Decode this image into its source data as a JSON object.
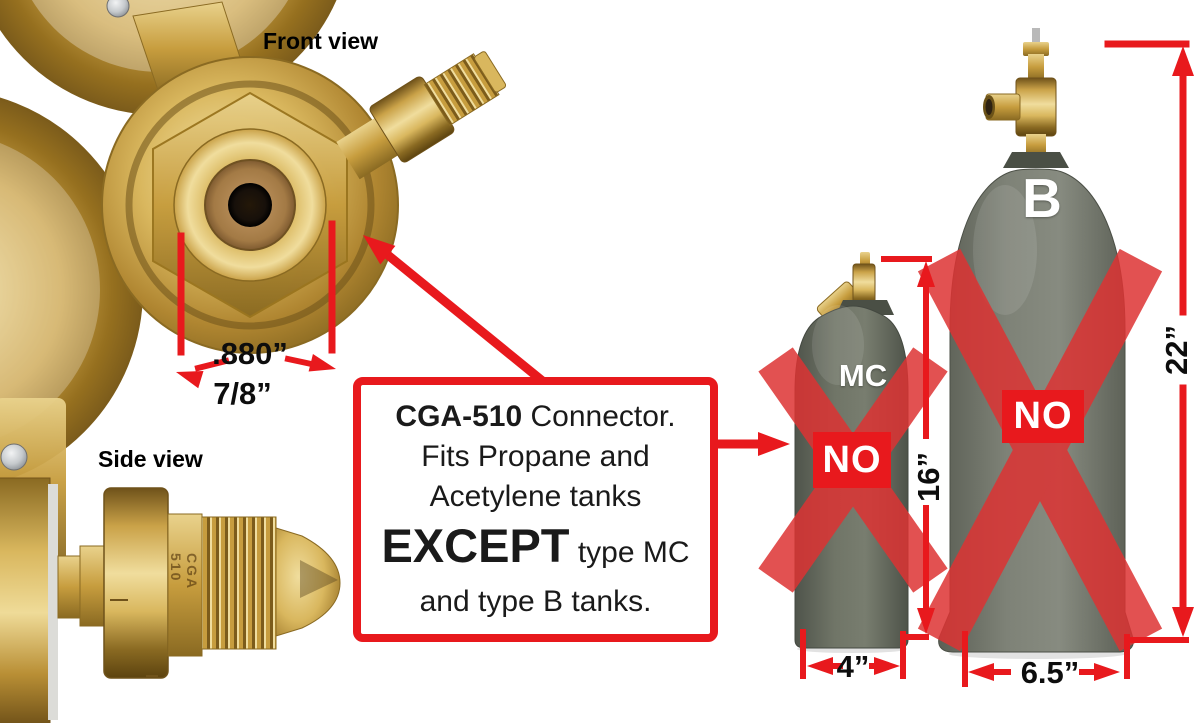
{
  "annotations": {
    "front_view_label": "Front view",
    "side_view_label": "Side view",
    "connector_width_decimal": ".880”",
    "connector_width_fraction": "7/8”",
    "mc_height": "16”",
    "mc_width": "4”",
    "b_height": "22”",
    "b_width": "6.5”"
  },
  "callout_box": {
    "line1_bold": "CGA-510",
    "line1_regular": " Connector.",
    "line2": "Fits Propane and",
    "line3": "Acetylene tanks",
    "line4_bold": "EXCEPT",
    "line4_regular": " type MC",
    "line5": "and type B tanks."
  },
  "tanks": {
    "mc": {
      "type_label": "MC",
      "overlay_label": "NO"
    },
    "b": {
      "type_label": "B",
      "overlay_label": "NO"
    }
  },
  "stamps": {
    "side_connector": "CGA 510"
  },
  "colors": {
    "annotation_red": "#e8191d",
    "no_badge_red": "#e8191d",
    "cross_red": "#dd3333",
    "tank_gray": "#6e7368",
    "brass_gold": "#c79d3e"
  }
}
